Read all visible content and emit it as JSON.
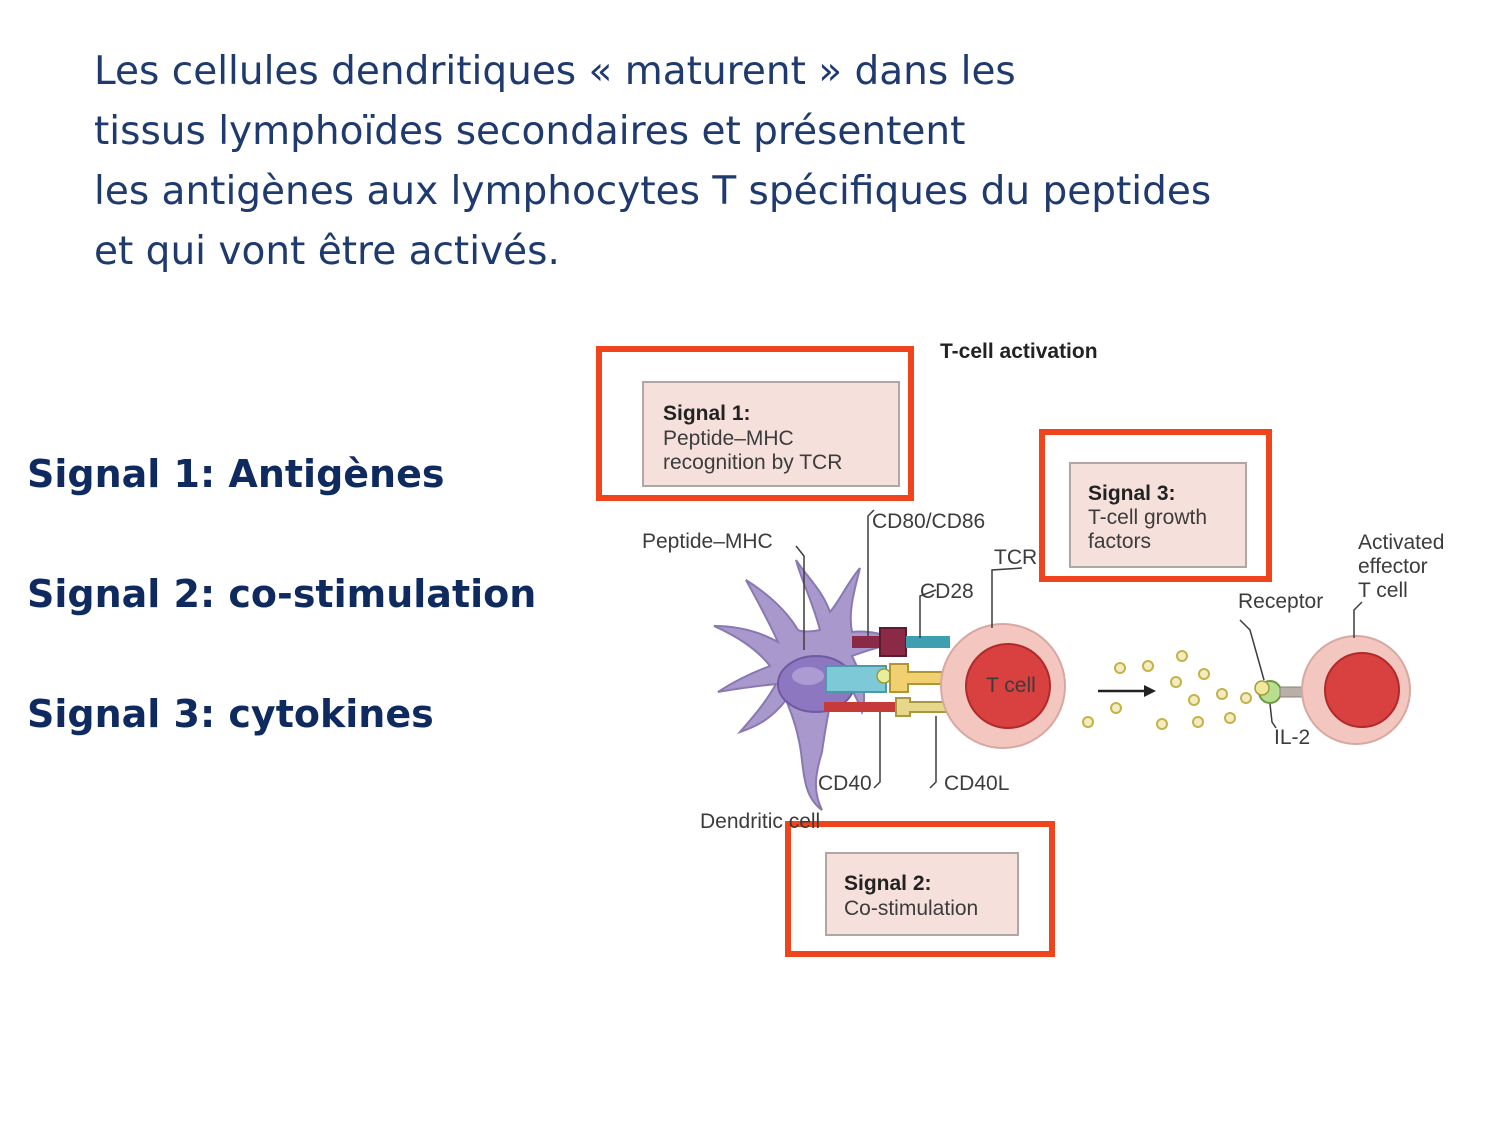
{
  "intro_lines": [
    "Les cellules dendritiques « maturent » dans les",
    "tissus lymphoïdes secondaires et présentent",
    "les antigènes aux lymphocytes T spécifiques du peptides",
    "et qui vont être activés."
  ],
  "signals": [
    "Signal 1: Antigènes",
    "Signal 2: co-stimulation",
    "Signal 3: cytokines"
  ],
  "diagram": {
    "title": "T-cell activation",
    "signal1": {
      "heading": "Signal 1:",
      "line1": "Peptide–MHC",
      "line2": "recognition by TCR"
    },
    "signal2": {
      "heading": "Signal 2:",
      "line1": "Co-stimulation"
    },
    "signal3": {
      "heading": "Signal 3:",
      "line1": "T-cell growth",
      "line2": "factors"
    },
    "labels": {
      "peptide_mhc": "Peptide–MHC",
      "cd80_cd86": "CD80/CD86",
      "tcr": "TCR",
      "cd28": "CD28",
      "t_cell": "T cell",
      "cd40": "CD40",
      "cd40l": "CD40L",
      "dendritic_cell": "Dendritic cell",
      "receptor": "Receptor",
      "il2": "IL-2",
      "activated_line1": "Activated",
      "activated_line2": "effector",
      "activated_line3": "T cell"
    },
    "colors": {
      "highlight": "#f0441c",
      "box_fill": "#f6e0dc",
      "dendritic": "#a998cc",
      "t_cell": "#d94040",
      "t_cell_outer": "#f3c6c0",
      "cytokine": "#d8c65a"
    }
  }
}
